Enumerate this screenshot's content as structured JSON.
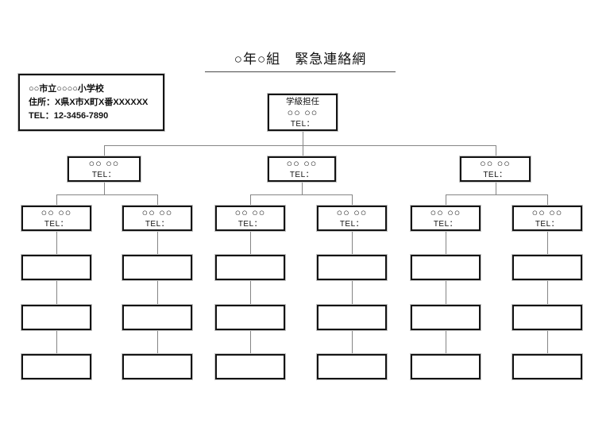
{
  "title": "○年○組　緊急連絡網",
  "school": {
    "name": "○○市立○○○○小学校",
    "address": "住所：X県X市X町X番XXXXXX",
    "tel": "TEL：12-3456-7890"
  },
  "tree": {
    "root": {
      "role": "学級担任",
      "name": "○○ ○○",
      "tel": "TEL："
    },
    "branches": [
      {
        "name": "○○ ○○",
        "tel": "TEL：",
        "children": [
          {
            "name": "○○ ○○",
            "tel": "TEL："
          },
          {
            "name": "○○ ○○",
            "tel": "TEL："
          }
        ]
      },
      {
        "name": "○○ ○○",
        "tel": "TEL：",
        "children": [
          {
            "name": "○○ ○○",
            "tel": "TEL："
          },
          {
            "name": "○○ ○○",
            "tel": "TEL："
          }
        ]
      },
      {
        "name": "○○ ○○",
        "tel": "TEL：",
        "children": [
          {
            "name": "○○ ○○",
            "tel": "TEL："
          },
          {
            "name": "○○ ○○",
            "tel": "TEL："
          }
        ]
      }
    ],
    "empty_slots_per_column": 3
  },
  "colors": {
    "background": "#ffffff",
    "box_border": "#141414",
    "connector": "#858585"
  }
}
